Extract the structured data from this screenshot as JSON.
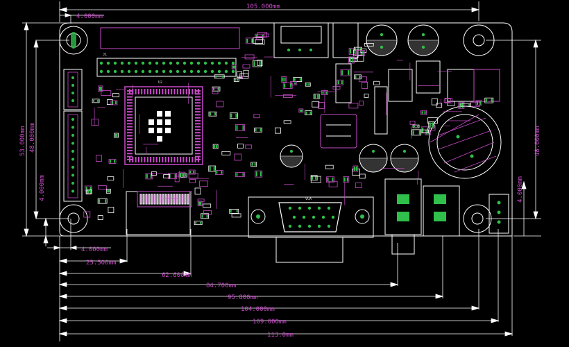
{
  "colors": {
    "background": "#000000",
    "outline": "#ffffff",
    "silkscreen": "#c84bc8",
    "pad": "#2fbf4a",
    "dimension_line": "#ffffff"
  },
  "dimensions": {
    "top_width": "105.000mm",
    "top_offset": "4.000mm",
    "left_outer": "53.000mm",
    "left_inner": "48.000mm",
    "left_lower": "4.000mm",
    "right_height": "48.000mm",
    "right_lower": "4.000mm",
    "bottom": [
      "4.000mm",
      "25.500mm",
      "62.600mm",
      "84.700mm",
      "95.800mm",
      "104.000mm",
      "109.000mm",
      "113.0mm"
    ]
  },
  "components": {
    "connector_header": "J1",
    "main_ic": "U2",
    "vga_connector": "VGA"
  }
}
